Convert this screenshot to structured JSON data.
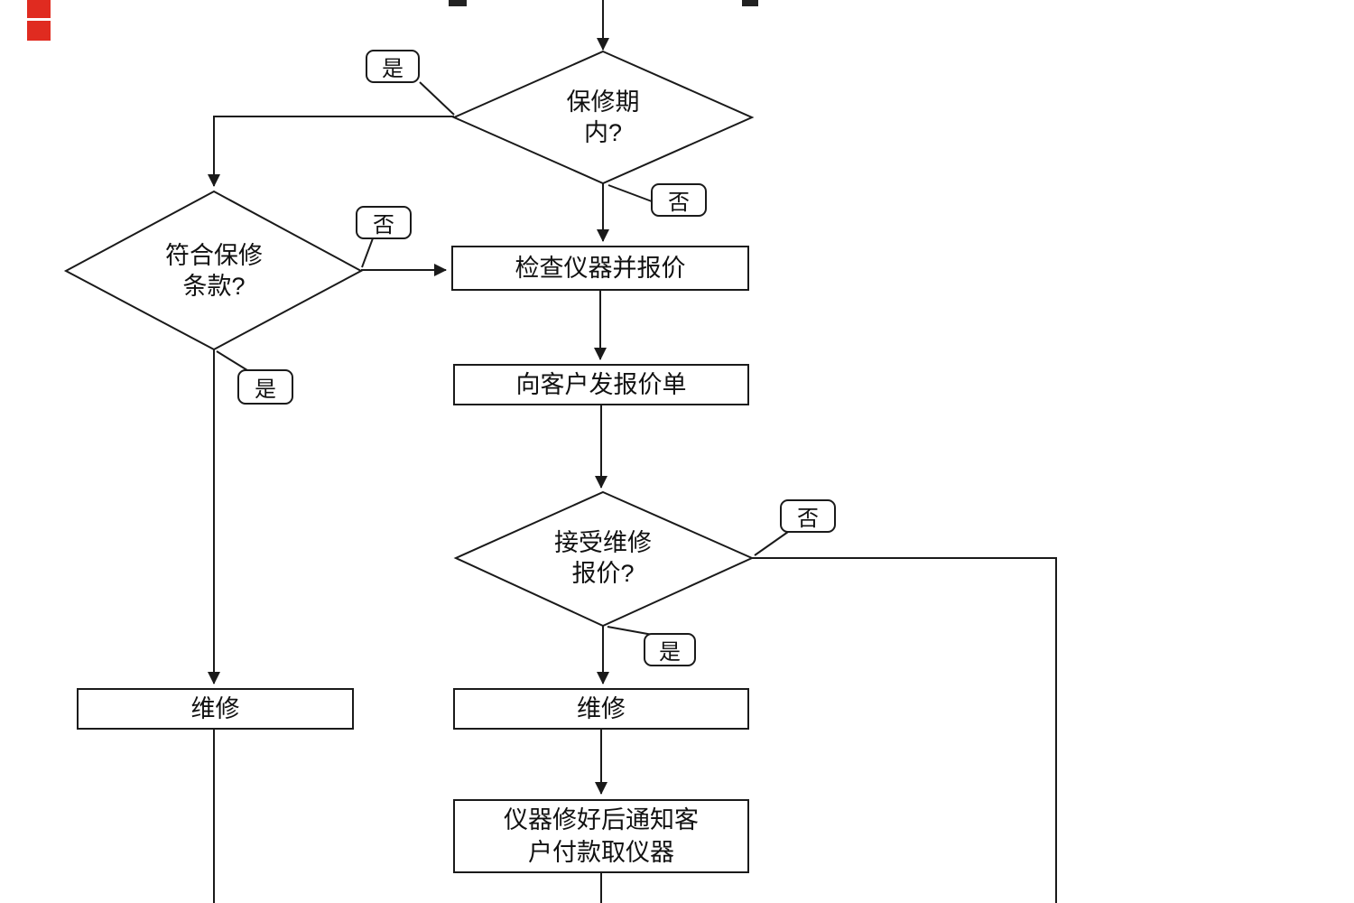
{
  "diagram": {
    "colors": {
      "line": "#1a1a1a",
      "background": "#ffffff",
      "marker_red": "#e02b20"
    },
    "nodes": {
      "warranty_decision": {
        "line1": "保修期",
        "line2": "内?"
      },
      "terms_decision": {
        "line1": "符合保修",
        "line2": "条款?"
      },
      "accept_decision": {
        "line1": "接受维修",
        "line2": "报价?"
      },
      "check_quote": {
        "label": "检查仪器并报价"
      },
      "send_quote": {
        "label": "向客户发报价单"
      },
      "repair_left": {
        "label": "维修"
      },
      "repair_center": {
        "label": "维修"
      },
      "notify_pickup": {
        "line1": "仪器修好后通知客",
        "line2": "户付款取仪器"
      }
    },
    "branch_labels": {
      "warranty_yes": "是",
      "warranty_no": "否",
      "terms_no": "否",
      "terms_yes": "是",
      "accept_no": "否",
      "accept_yes": "是"
    }
  }
}
